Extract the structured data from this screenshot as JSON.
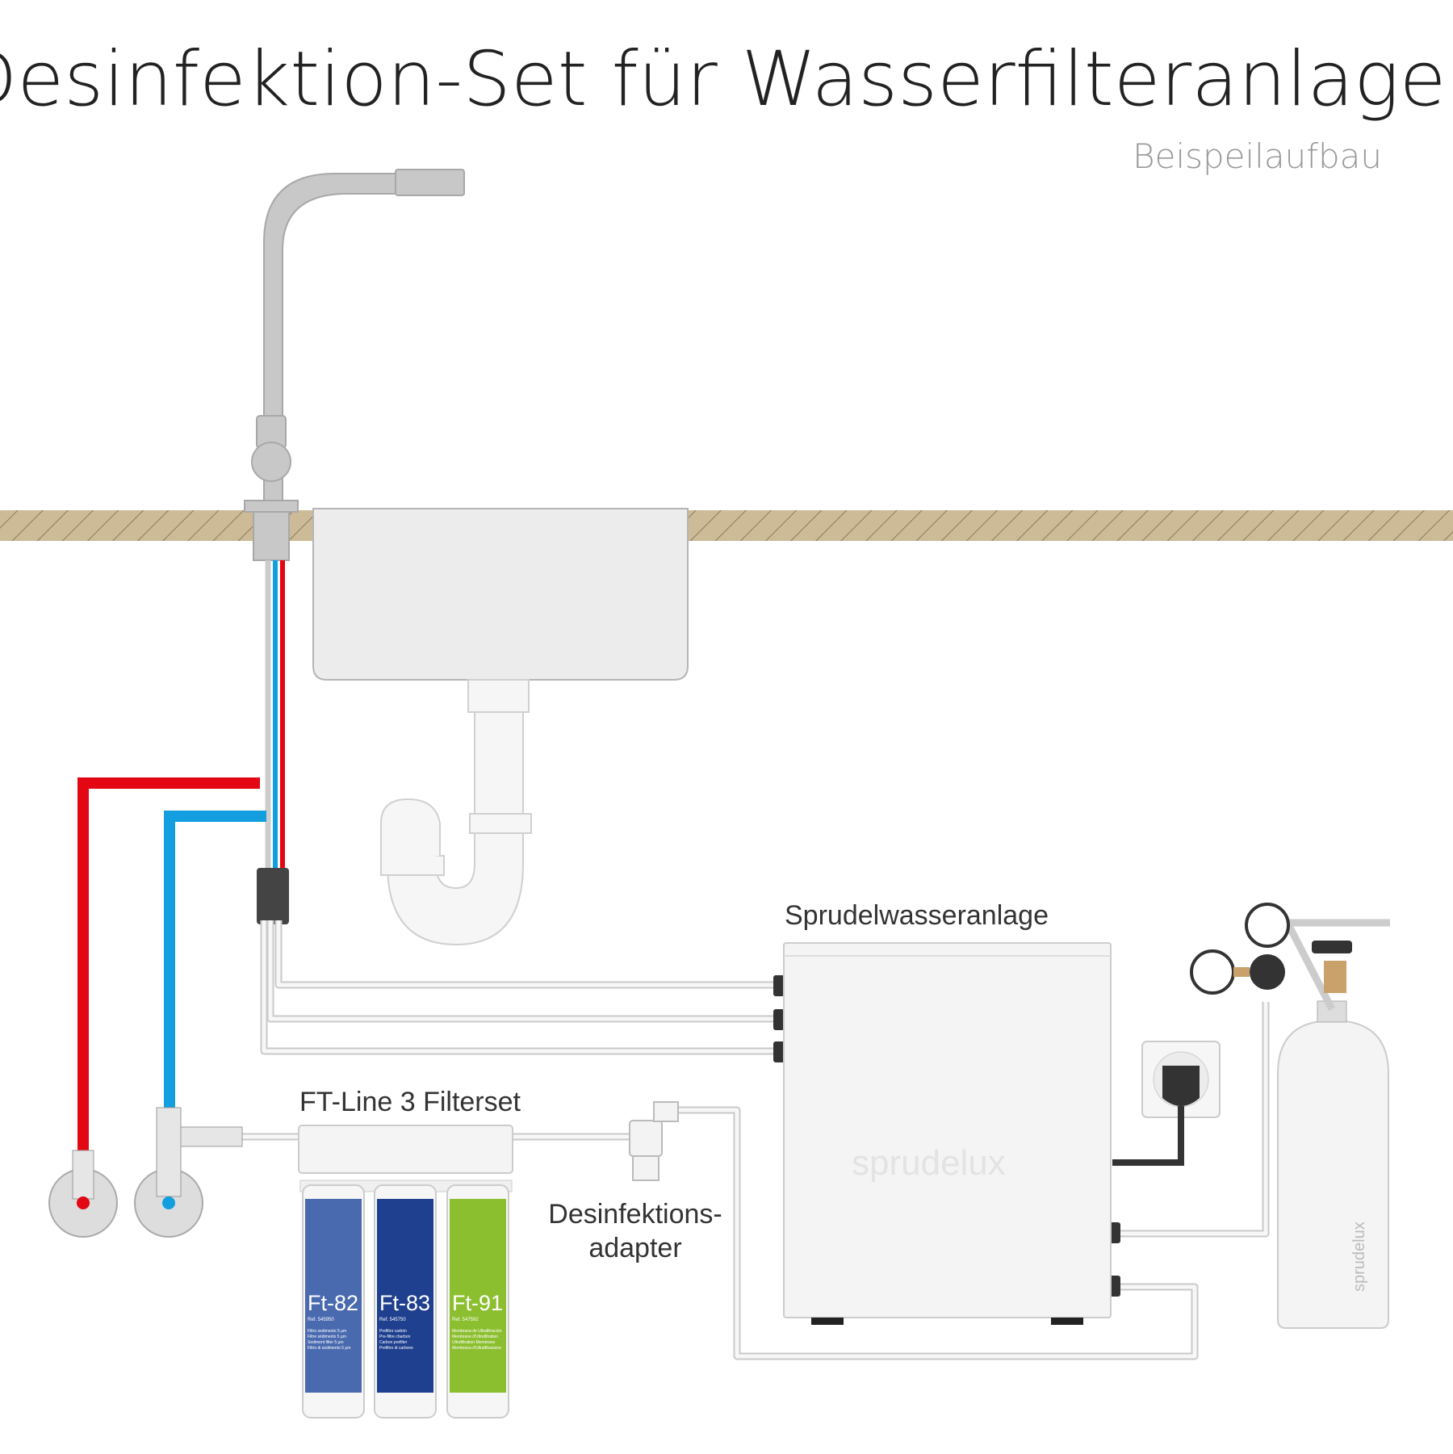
{
  "title": "Desinfektion-Set für Wasserfilteranlagen",
  "subtitle": "Beispeilaufbau",
  "labels": {
    "unit": "Sprudelwasseranlage",
    "filterset": "FT-Line 3 Filterset",
    "adapter_line1": "Desinfektions-",
    "adapter_line2": "adapter"
  },
  "brand": "sprudelux",
  "cartridges": [
    {
      "name": "Ft-82",
      "ref": "Ref. 545950",
      "desc": [
        "Filtro sedimento 5 µm",
        "Filtre sédiments 5 µm",
        "Sediment filter 5 µm",
        "Filtro di sedimento 5 µm"
      ],
      "color": "#4a6ab0"
    },
    {
      "name": "Ft-83",
      "ref": "Ref. 545750",
      "desc": [
        "Prefiltro carbón",
        "Pre-filtre charbon",
        "Carbon prefilter",
        "Prefiltro di carbone"
      ],
      "color": "#1f3f8f"
    },
    {
      "name": "Ft-91",
      "ref": "Ref. 547592",
      "desc": [
        "Membrana de Ultrafiltración",
        "Membrane d'Ultrafiltration",
        "Ultrafiltration Membrane",
        "Membrana d'Ultrafiltrazione"
      ],
      "color": "#8cbf2f"
    }
  ],
  "colors": {
    "hot": "#e30613",
    "cold": "#139ee0",
    "counter": "#cdbb98"
  }
}
